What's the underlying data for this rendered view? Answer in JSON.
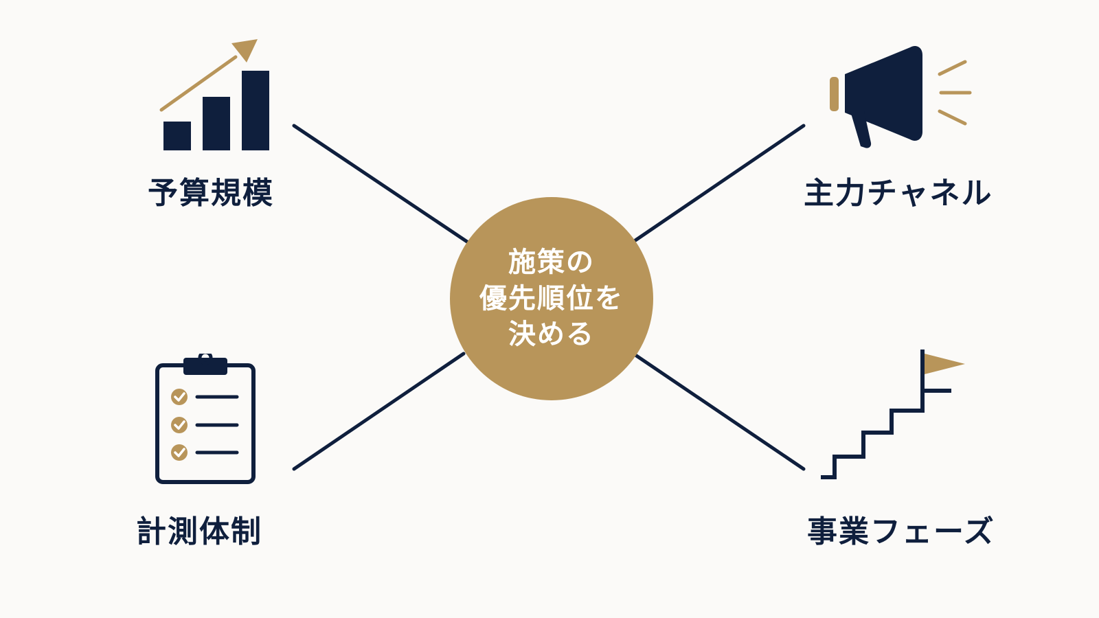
{
  "colors": {
    "navy": "#0f1f3d",
    "gold": "#b8955a",
    "background": "#fbfaf8"
  },
  "center": {
    "lines": [
      "施策の",
      "優先順位を",
      "決める"
    ]
  },
  "factors": {
    "budget": {
      "label": "予算規模",
      "icon": "bar-chart-growth-icon"
    },
    "channel": {
      "label": "主力チャネル",
      "icon": "megaphone-icon"
    },
    "measurement": {
      "label": "計測体制",
      "icon": "clipboard-checklist-icon"
    },
    "phase": {
      "label": "事業フェーズ",
      "icon": "stairs-flag-icon"
    }
  }
}
